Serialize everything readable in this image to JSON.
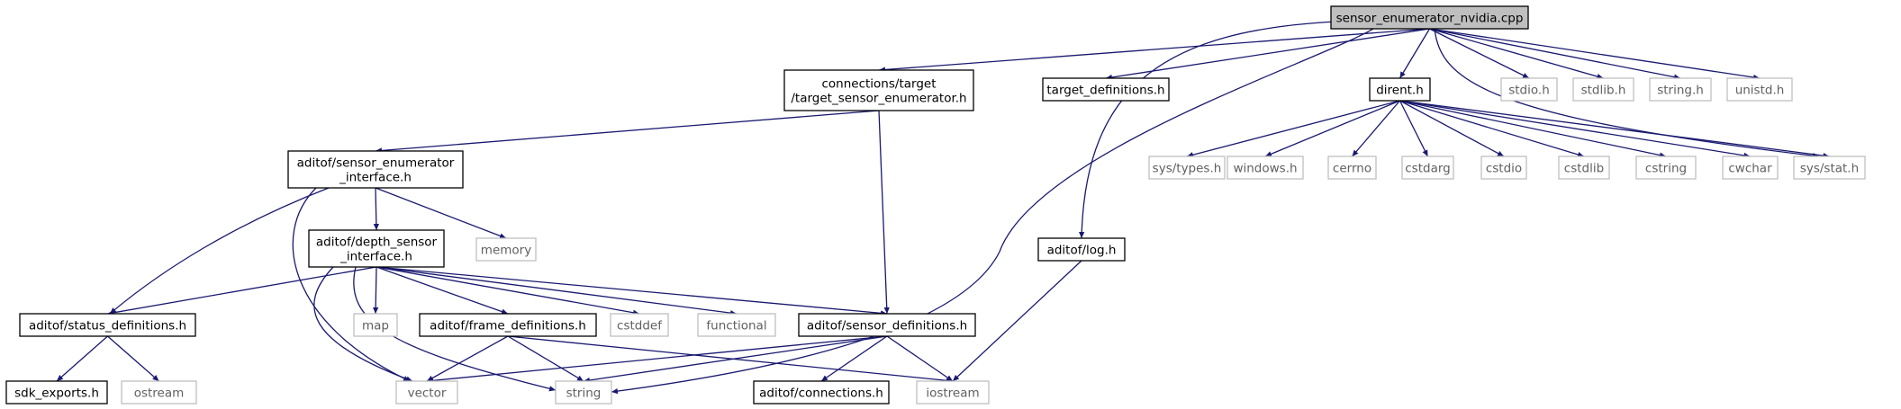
{
  "graph": {
    "edge_color": "#191970",
    "root_fill": "#bfbfbf",
    "node_border": "#000000",
    "external_border": "#bfbfbf",
    "external_text": "#606060",
    "nodes": [
      {
        "id": "root",
        "kind": "root",
        "lines": [
          "sensor_enumerator_nvidia.cpp"
        ]
      },
      {
        "id": "target_enum",
        "kind": "local",
        "lines": [
          "connections/target",
          "/target_sensor_enumerator.h"
        ]
      },
      {
        "id": "target_defs",
        "kind": "local",
        "lines": [
          "target_definitions.h"
        ]
      },
      {
        "id": "dirent",
        "kind": "local",
        "lines": [
          "dirent.h"
        ]
      },
      {
        "id": "stdio_h",
        "kind": "external",
        "lines": [
          "stdio.h"
        ]
      },
      {
        "id": "stdlib_h",
        "kind": "external",
        "lines": [
          "stdlib.h"
        ]
      },
      {
        "id": "string_h",
        "kind": "external",
        "lines": [
          "string.h"
        ]
      },
      {
        "id": "unistd_h",
        "kind": "external",
        "lines": [
          "unistd.h"
        ]
      },
      {
        "id": "sensor_enum_iface",
        "kind": "local",
        "lines": [
          "aditof/sensor_enumerator",
          "_interface.h"
        ]
      },
      {
        "id": "depth_iface",
        "kind": "local",
        "lines": [
          "aditof/depth_sensor",
          "_interface.h"
        ]
      },
      {
        "id": "memory",
        "kind": "external",
        "lines": [
          "memory"
        ]
      },
      {
        "id": "status_defs",
        "kind": "local",
        "lines": [
          "aditof/status_definitions.h"
        ]
      },
      {
        "id": "map",
        "kind": "external",
        "lines": [
          "map"
        ]
      },
      {
        "id": "frame_defs",
        "kind": "local",
        "lines": [
          "aditof/frame_definitions.h"
        ]
      },
      {
        "id": "cstddef",
        "kind": "external",
        "lines": [
          "cstddef"
        ]
      },
      {
        "id": "functional",
        "kind": "external",
        "lines": [
          "functional"
        ]
      },
      {
        "id": "sensor_defs",
        "kind": "local",
        "lines": [
          "aditof/sensor_definitions.h"
        ]
      },
      {
        "id": "sdk_exports",
        "kind": "local",
        "lines": [
          "sdk_exports.h"
        ]
      },
      {
        "id": "ostream",
        "kind": "external",
        "lines": [
          "ostream"
        ]
      },
      {
        "id": "vector",
        "kind": "external",
        "lines": [
          "vector"
        ]
      },
      {
        "id": "string",
        "kind": "external",
        "lines": [
          "string"
        ]
      },
      {
        "id": "connections",
        "kind": "local",
        "lines": [
          "aditof/connections.h"
        ]
      },
      {
        "id": "iostream",
        "kind": "external",
        "lines": [
          "iostream"
        ]
      },
      {
        "id": "log_h",
        "kind": "local",
        "lines": [
          "aditof/log.h"
        ]
      },
      {
        "id": "sys_types",
        "kind": "external",
        "lines": [
          "sys/types.h"
        ]
      },
      {
        "id": "windows_h",
        "kind": "external",
        "lines": [
          "windows.h"
        ]
      },
      {
        "id": "cerrno",
        "kind": "external",
        "lines": [
          "cerrno"
        ]
      },
      {
        "id": "cstdarg",
        "kind": "external",
        "lines": [
          "cstdarg"
        ]
      },
      {
        "id": "cstdio",
        "kind": "external",
        "lines": [
          "cstdio"
        ]
      },
      {
        "id": "cstdlib",
        "kind": "external",
        "lines": [
          "cstdlib"
        ]
      },
      {
        "id": "cstring",
        "kind": "external",
        "lines": [
          "cstring"
        ]
      },
      {
        "id": "cwchar",
        "kind": "external",
        "lines": [
          "cwchar"
        ]
      },
      {
        "id": "sys_stat",
        "kind": "external",
        "lines": [
          "sys/stat.h"
        ]
      }
    ],
    "edges": [
      {
        "from": "root",
        "to": "target_enum"
      },
      {
        "from": "root",
        "to": "target_defs"
      },
      {
        "from": "root",
        "to": "dirent"
      },
      {
        "from": "root",
        "to": "stdio_h"
      },
      {
        "from": "root",
        "to": "stdlib_h"
      },
      {
        "from": "root",
        "to": "string_h"
      },
      {
        "from": "root",
        "to": "unistd_h"
      },
      {
        "from": "root",
        "to": "sys_stat"
      },
      {
        "from": "root",
        "to": "log_h"
      },
      {
        "from": "root",
        "to": "string"
      },
      {
        "from": "target_enum",
        "to": "sensor_enum_iface"
      },
      {
        "from": "target_enum",
        "to": "sensor_defs"
      },
      {
        "from": "sensor_enum_iface",
        "to": "depth_iface"
      },
      {
        "from": "sensor_enum_iface",
        "to": "memory"
      },
      {
        "from": "sensor_enum_iface",
        "to": "status_defs"
      },
      {
        "from": "sensor_enum_iface",
        "to": "vector"
      },
      {
        "from": "depth_iface",
        "to": "status_defs"
      },
      {
        "from": "depth_iface",
        "to": "map"
      },
      {
        "from": "depth_iface",
        "to": "frame_defs"
      },
      {
        "from": "depth_iface",
        "to": "cstddef"
      },
      {
        "from": "depth_iface",
        "to": "functional"
      },
      {
        "from": "depth_iface",
        "to": "sensor_defs"
      },
      {
        "from": "depth_iface",
        "to": "vector"
      },
      {
        "from": "depth_iface",
        "to": "string"
      },
      {
        "from": "status_defs",
        "to": "sdk_exports"
      },
      {
        "from": "status_defs",
        "to": "ostream"
      },
      {
        "from": "frame_defs",
        "to": "vector"
      },
      {
        "from": "frame_defs",
        "to": "string"
      },
      {
        "from": "frame_defs",
        "to": "iostream"
      },
      {
        "from": "sensor_defs",
        "to": "connections"
      },
      {
        "from": "sensor_defs",
        "to": "iostream"
      },
      {
        "from": "sensor_defs",
        "to": "vector"
      },
      {
        "from": "sensor_defs",
        "to": "string"
      },
      {
        "from": "log_h",
        "to": "iostream"
      },
      {
        "from": "dirent",
        "to": "sys_types"
      },
      {
        "from": "dirent",
        "to": "windows_h"
      },
      {
        "from": "dirent",
        "to": "cerrno"
      },
      {
        "from": "dirent",
        "to": "cstdarg"
      },
      {
        "from": "dirent",
        "to": "cstdio"
      },
      {
        "from": "dirent",
        "to": "cstdlib"
      },
      {
        "from": "dirent",
        "to": "cstring"
      },
      {
        "from": "dirent",
        "to": "cwchar"
      },
      {
        "from": "dirent",
        "to": "sys_stat"
      }
    ]
  }
}
